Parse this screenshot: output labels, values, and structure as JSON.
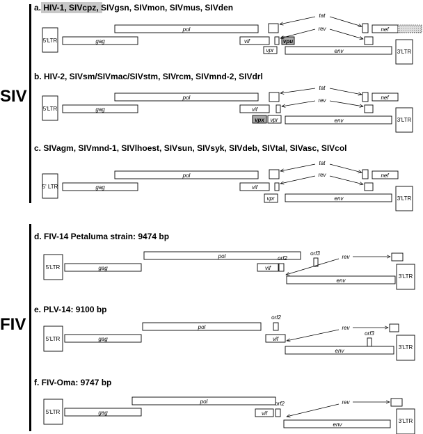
{
  "group_labels": {
    "siv": "SIV",
    "fiv": "FIV"
  },
  "panels": {
    "a": {
      "title_highlight": "a. HIV-1, SIVcpz,",
      "title_rest": " SIVgsn, SIVmon, SIVmus, SIVden"
    },
    "b": {
      "title": "b. HIV-2, SIVsm/SIVmac/SIVstm, SIVrcm, SIVmnd-2, SIVdrl"
    },
    "c": {
      "title": "c. SIVagm, SIVmnd-1, SIVlhoest, SIVsun, SIVsyk, SIVdeb, SIVtal, SIVasc, SIVcol"
    },
    "d": {
      "title": "d. FIV-14 Petaluma strain: 9474 bp"
    },
    "e": {
      "title": "e. PLV-14: 9100 bp"
    },
    "f": {
      "title": "f. FIV-Oma: 9747 bp"
    }
  },
  "genes": {
    "ltr5": "5'LTR",
    "ltr5_spaced": "5' LTR",
    "ltr3": "3'LTR",
    "gag": "gag",
    "pol": "pol",
    "vif": "vif",
    "vpr": "vpr",
    "vpu": "vpu",
    "vpx": "vpx",
    "env": "env",
    "nef": "nef",
    "tat": "tat",
    "rev": "rev",
    "orf2": "orf2",
    "orf3": "orf3"
  }
}
